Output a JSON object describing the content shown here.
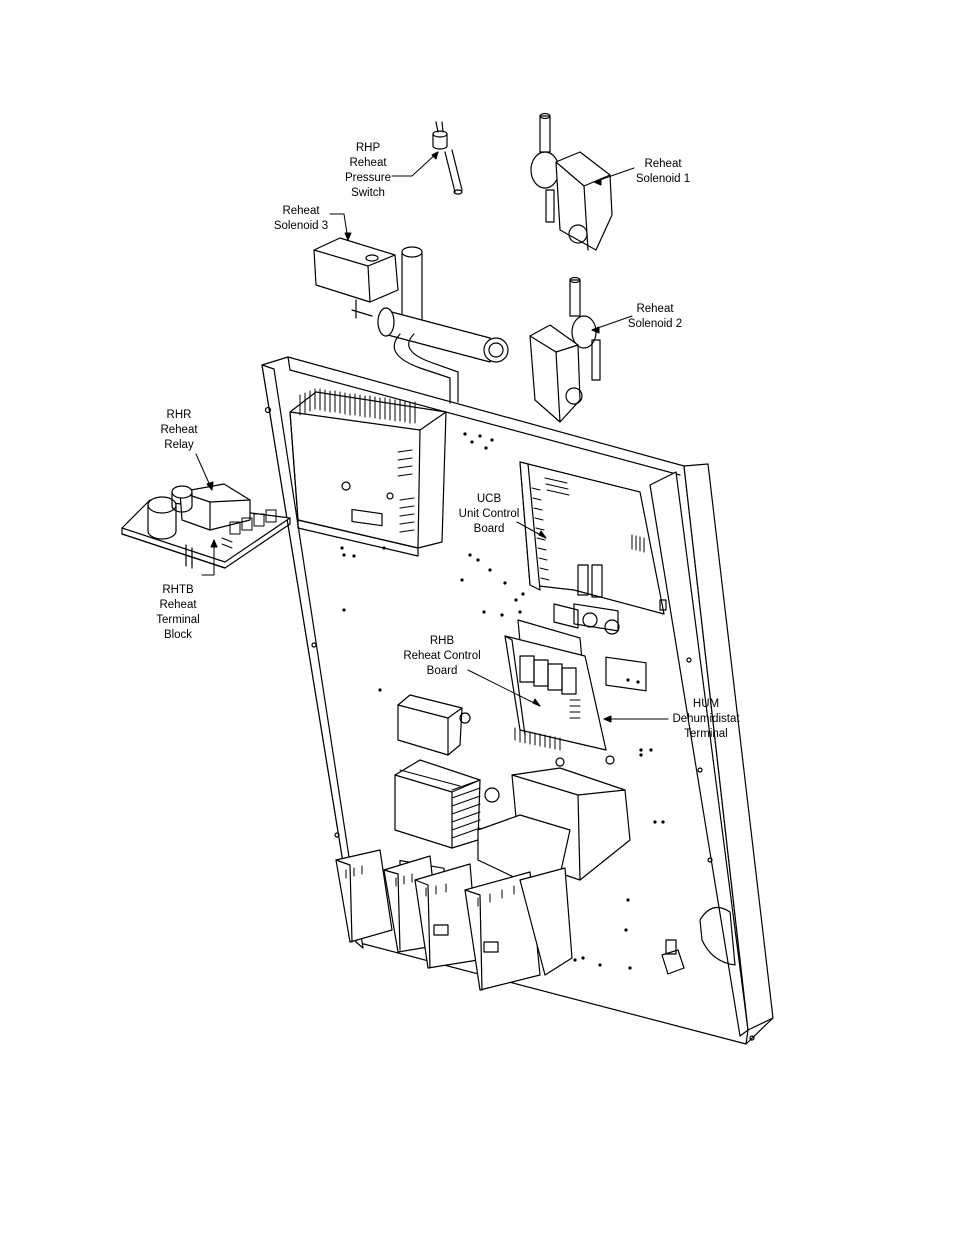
{
  "labels": {
    "rhp": [
      "RHP",
      "Reheat",
      "Pressure",
      "Switch"
    ],
    "reheat_solenoid_1": [
      "Reheat",
      "Solenoid 1"
    ],
    "reheat_solenoid_3": [
      "Reheat",
      "Solenoid 3"
    ],
    "reheat_solenoid_2": [
      "Reheat",
      "Solenoid 2"
    ],
    "rhr": [
      "RHR",
      "Reheat",
      "Relay"
    ],
    "ucb": [
      "UCB",
      "Unit Control",
      "Board"
    ],
    "rhtb": [
      "RHTB",
      "Reheat",
      "Terminal",
      "Block"
    ],
    "rhb": [
      "RHB",
      "Reheat Control",
      "Board"
    ],
    "hum": [
      "HUM",
      "Dehumidistat",
      "Terminal"
    ]
  }
}
